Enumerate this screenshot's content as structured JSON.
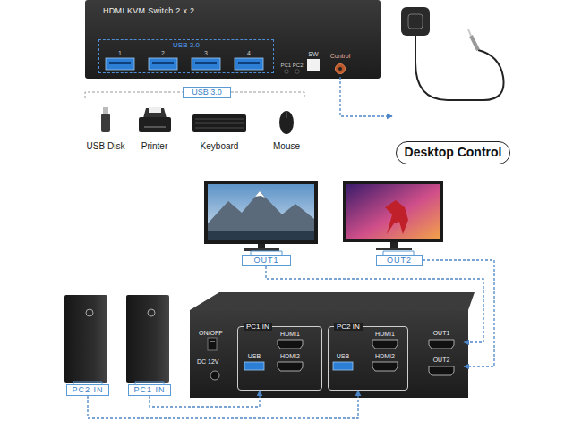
{
  "diagram": {
    "nodes": [
      {
        "text": [
          "HDMI KVM Switch 2 x 2"
        ]
      },
      {
        "text": [
          "USB 3.0"
        ],
        "in": 0
      },
      {
        "text": [
          "Control"
        ],
        "in": 0
      },
      {
        "text": [
          "USB 3.0"
        ]
      },
      {
        "text": [
          "Desktop Control"
        ]
      },
      {
        "text": [
          "OUT1"
        ]
      },
      {
        "text": [
          "OUT2"
        ]
      },
      {
        "text": [
          "ON/OFF",
          "DC 12V"
        ]
      },
      {
        "text": [
          "PC1 IN"
        ],
        "in": 7
      },
      {
        "text": [
          "PC2 IN"
        ],
        "in": 7
      },
      {
        "text": [
          "OUT1"
        ],
        "in": 7
      },
      {
        "text": [
          "OUT2"
        ],
        "in": 7
      },
      {
        "text": [
          "PC2 IN"
        ]
      },
      {
        "text": [
          "PC1 IN"
        ]
      }
    ],
    "edges": [
      {
        "from": 2,
        "to": 4,
        "arrow": "to"
      },
      {
        "from": 5,
        "to": 10,
        "arrow": "to"
      },
      {
        "from": 6,
        "to": 11,
        "arrow": "to"
      },
      {
        "from": 13,
        "to": 8,
        "arrow": "to"
      },
      {
        "from": 12,
        "to": 9,
        "arrow": "to"
      }
    ],
    "labels": [
      "1",
      "2",
      "3",
      "4",
      "PC1 PC2",
      "SW",
      "USB Disk",
      "Printer",
      "Keyboard",
      "Mouse",
      "HDMI1",
      "USB",
      "HDMI2",
      "USB",
      "HDMI1",
      "HDMI2"
    ]
  }
}
